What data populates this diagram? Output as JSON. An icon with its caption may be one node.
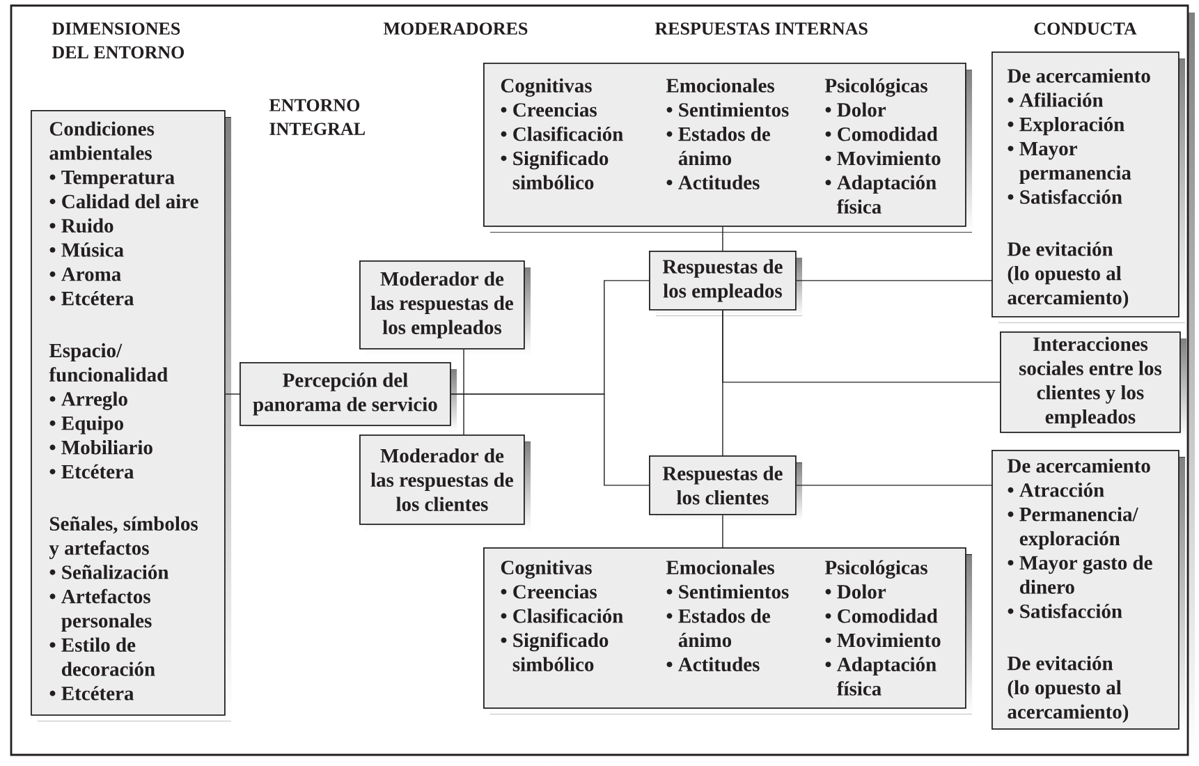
{
  "diagram": {
    "nodes": [
      {
        "text": [
          "Condiciones ambientales",
          "• Temperatura",
          "• Calidad del aire",
          "• Ruido",
          "• Música",
          "• Aroma",
          "• Etcétera",
          "Espacio/ funcionalidad",
          "• Arreglo",
          "• Equipo",
          "• Mobiliario",
          "• Etcétera",
          "Señales, símbolos y artefactos",
          "• Señalización",
          "• Artefactos personales",
          "• Estilo de decoración",
          "• Etcétera"
        ]
      },
      {
        "text": [
          "Moderador de las respuestas de los empleados"
        ]
      },
      {
        "text": [
          "Percepción del panorama de servicio"
        ]
      },
      {
        "text": [
          "Moderador de las respuestas de los clientes"
        ]
      },
      {
        "text": [
          "Cognitivas",
          "• Creencias",
          "• Clasificación",
          "• Significado simbólico",
          "Emocionales",
          "• Sentimientos",
          "• Estados de ánimo",
          "• Actitudes",
          "Psicológicas",
          "• Dolor",
          "• Comodidad",
          "• Movimiento",
          "• Adaptación física"
        ]
      },
      {
        "text": [
          "Respuestas de los empleados"
        ]
      },
      {
        "text": [
          "De acercamiento",
          "• Afiliación",
          "• Exploración",
          "• Mayor permanencia",
          "• Satisfacción",
          "De evitación",
          "(lo opuesto al acercamiento)"
        ]
      },
      {
        "text": [
          "Interacciones sociales entre los clientes y los empleados"
        ]
      },
      {
        "text": [
          "Respuestas de los clientes"
        ]
      },
      {
        "text": [
          "Cognitivas",
          "• Creencias",
          "• Clasificación",
          "• Significado simbólico",
          "Emocionales",
          "• Sentimientos",
          "• Estados de ánimo",
          "• Actitudes",
          "Psicológicas",
          "• Dolor",
          "• Comodidad",
          "• Movimiento",
          "• Adaptación física"
        ]
      },
      {
        "text": [
          "De acercamiento",
          "• Atracción",
          "• Permanencia/ exploración",
          "• Mayor gasto de dinero",
          "• Satisfacción",
          "De evitación",
          "(lo opuesto al acercamiento)"
        ]
      }
    ],
    "edges": [
      {
        "from": 0,
        "to": 2,
        "arrow": "none"
      },
      {
        "from": 1,
        "to": 3,
        "arrow": "none"
      },
      {
        "from": 2,
        "to": 5,
        "arrow": "none"
      },
      {
        "from": 2,
        "to": 8,
        "arrow": "none"
      },
      {
        "from": 4,
        "to": 5,
        "arrow": "none"
      },
      {
        "from": 5,
        "to": 6,
        "arrow": "none"
      },
      {
        "from": 5,
        "to": 8,
        "arrow": "none"
      },
      {
        "from": 5,
        "to": 7,
        "arrow": "none"
      },
      {
        "from": 8,
        "to": 10,
        "arrow": "none"
      },
      {
        "from": 8,
        "to": 9,
        "arrow": "none"
      }
    ],
    "labels": [
      "DIMENSIONES DEL ENTORNO",
      "MODERADORES",
      "RESPUESTAS INTERNAS",
      "CONDUCTA",
      "ENTORNO INTEGRAL"
    ]
  }
}
